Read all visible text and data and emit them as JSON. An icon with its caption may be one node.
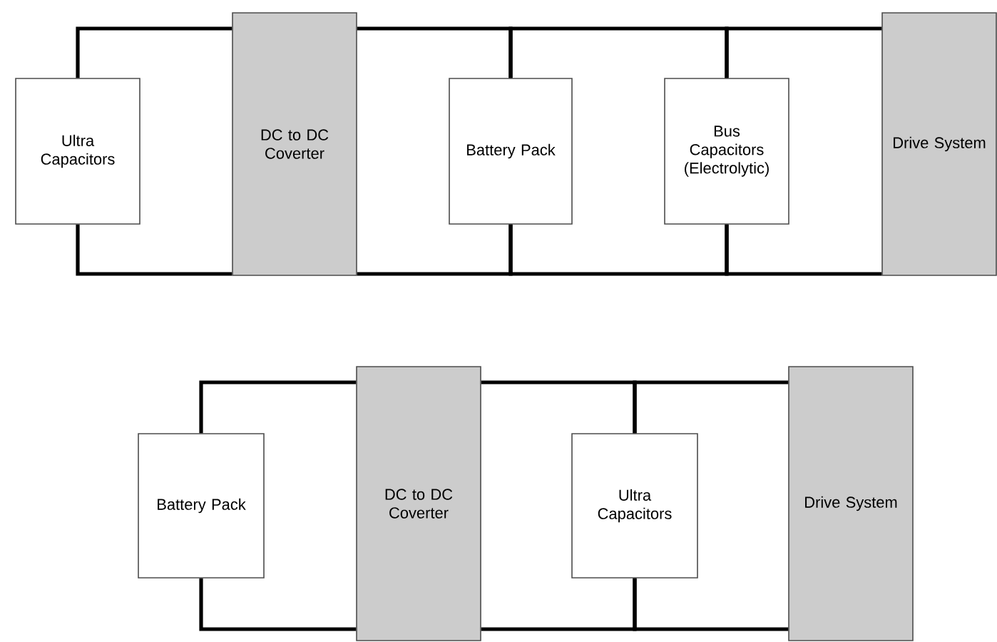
{
  "diagram": {
    "nodes": [
      {
        "text": [
          "Ultra Capacitors"
        ]
      },
      {
        "text": [
          "DC to DC Coverter"
        ]
      },
      {
        "text": [
          "Battery Pack"
        ]
      },
      {
        "text": [
          "Bus Capacitors (Electrolytic)"
        ]
      },
      {
        "text": [
          "Drive System"
        ]
      },
      {
        "text": [
          "Battery Pack"
        ]
      },
      {
        "text": [
          "DC to DC Coverter"
        ]
      },
      {
        "text": [
          "Ultra Capacitors"
        ]
      },
      {
        "text": [
          "Drive System"
        ]
      }
    ],
    "edges": [
      {
        "from": 0,
        "to": 1,
        "arrow": "none"
      },
      {
        "from": 0,
        "to": 1,
        "arrow": "none"
      },
      {
        "from": 1,
        "to": 2,
        "arrow": "none"
      },
      {
        "from": 1,
        "to": 2,
        "arrow": "none"
      },
      {
        "from": 2,
        "to": 3,
        "arrow": "none"
      },
      {
        "from": 2,
        "to": 3,
        "arrow": "none"
      },
      {
        "from": 3,
        "to": 4,
        "arrow": "none"
      },
      {
        "from": 3,
        "to": 4,
        "arrow": "none"
      },
      {
        "from": 5,
        "to": 6,
        "arrow": "none"
      },
      {
        "from": 5,
        "to": 6,
        "arrow": "none"
      },
      {
        "from": 6,
        "to": 7,
        "arrow": "none"
      },
      {
        "from": 6,
        "to": 7,
        "arrow": "none"
      },
      {
        "from": 7,
        "to": 8,
        "arrow": "none"
      },
      {
        "from": 7,
        "to": 8,
        "arrow": "none"
      }
    ]
  }
}
